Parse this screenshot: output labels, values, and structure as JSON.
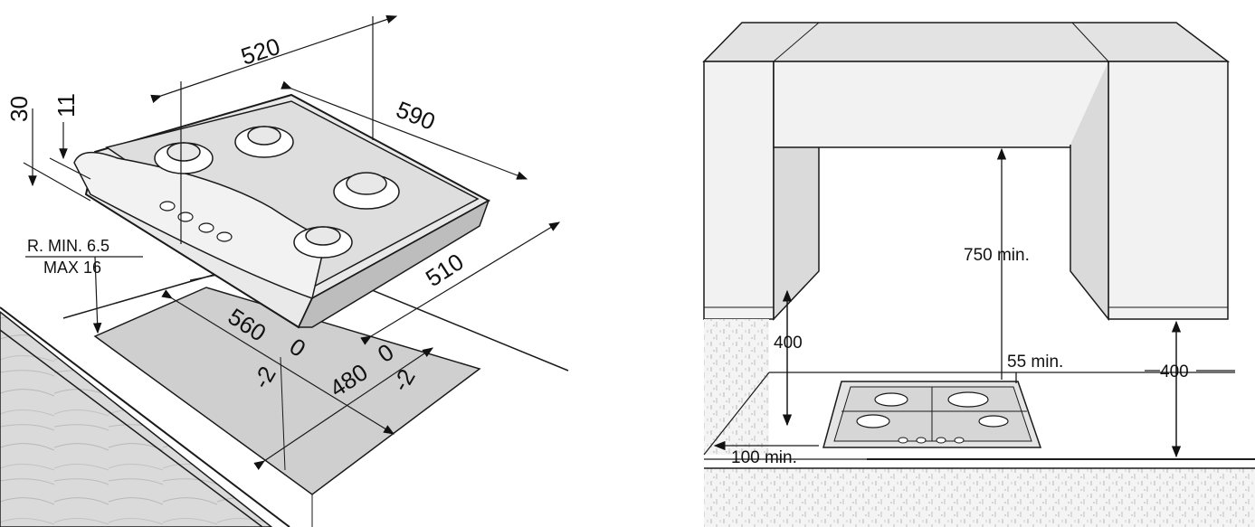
{
  "left_diagram": {
    "dim_width": "520",
    "dim_depth": "590",
    "dim_height_total": "30",
    "dim_height_top": "11",
    "radius_min": "R. MIN. 6.5",
    "radius_max": "MAX 16",
    "dim_cutout_depth": "510",
    "cutout_width": "560",
    "cutout_width_tol_plus": "0",
    "cutout_width_tol_minus": "-2",
    "cutout_depth": "480",
    "cutout_depth_tol_plus": "0",
    "cutout_depth_tol_minus": "-2"
  },
  "right_diagram": {
    "hood_clearance": "750 min.",
    "wall_cabinet_height_left": "400",
    "wall_cabinet_height_right": "400",
    "side_clearance": "100 min.",
    "rear_clearance": "55 min."
  },
  "colors": {
    "line": "#1a1a1a",
    "cabinet_face": "#f2f2f2",
    "cabinet_shade": "#d9d9d9",
    "hob_fill": "#e6e6e6",
    "counter_shade": "#cfcfcf",
    "wood": "#d8d8d8"
  }
}
